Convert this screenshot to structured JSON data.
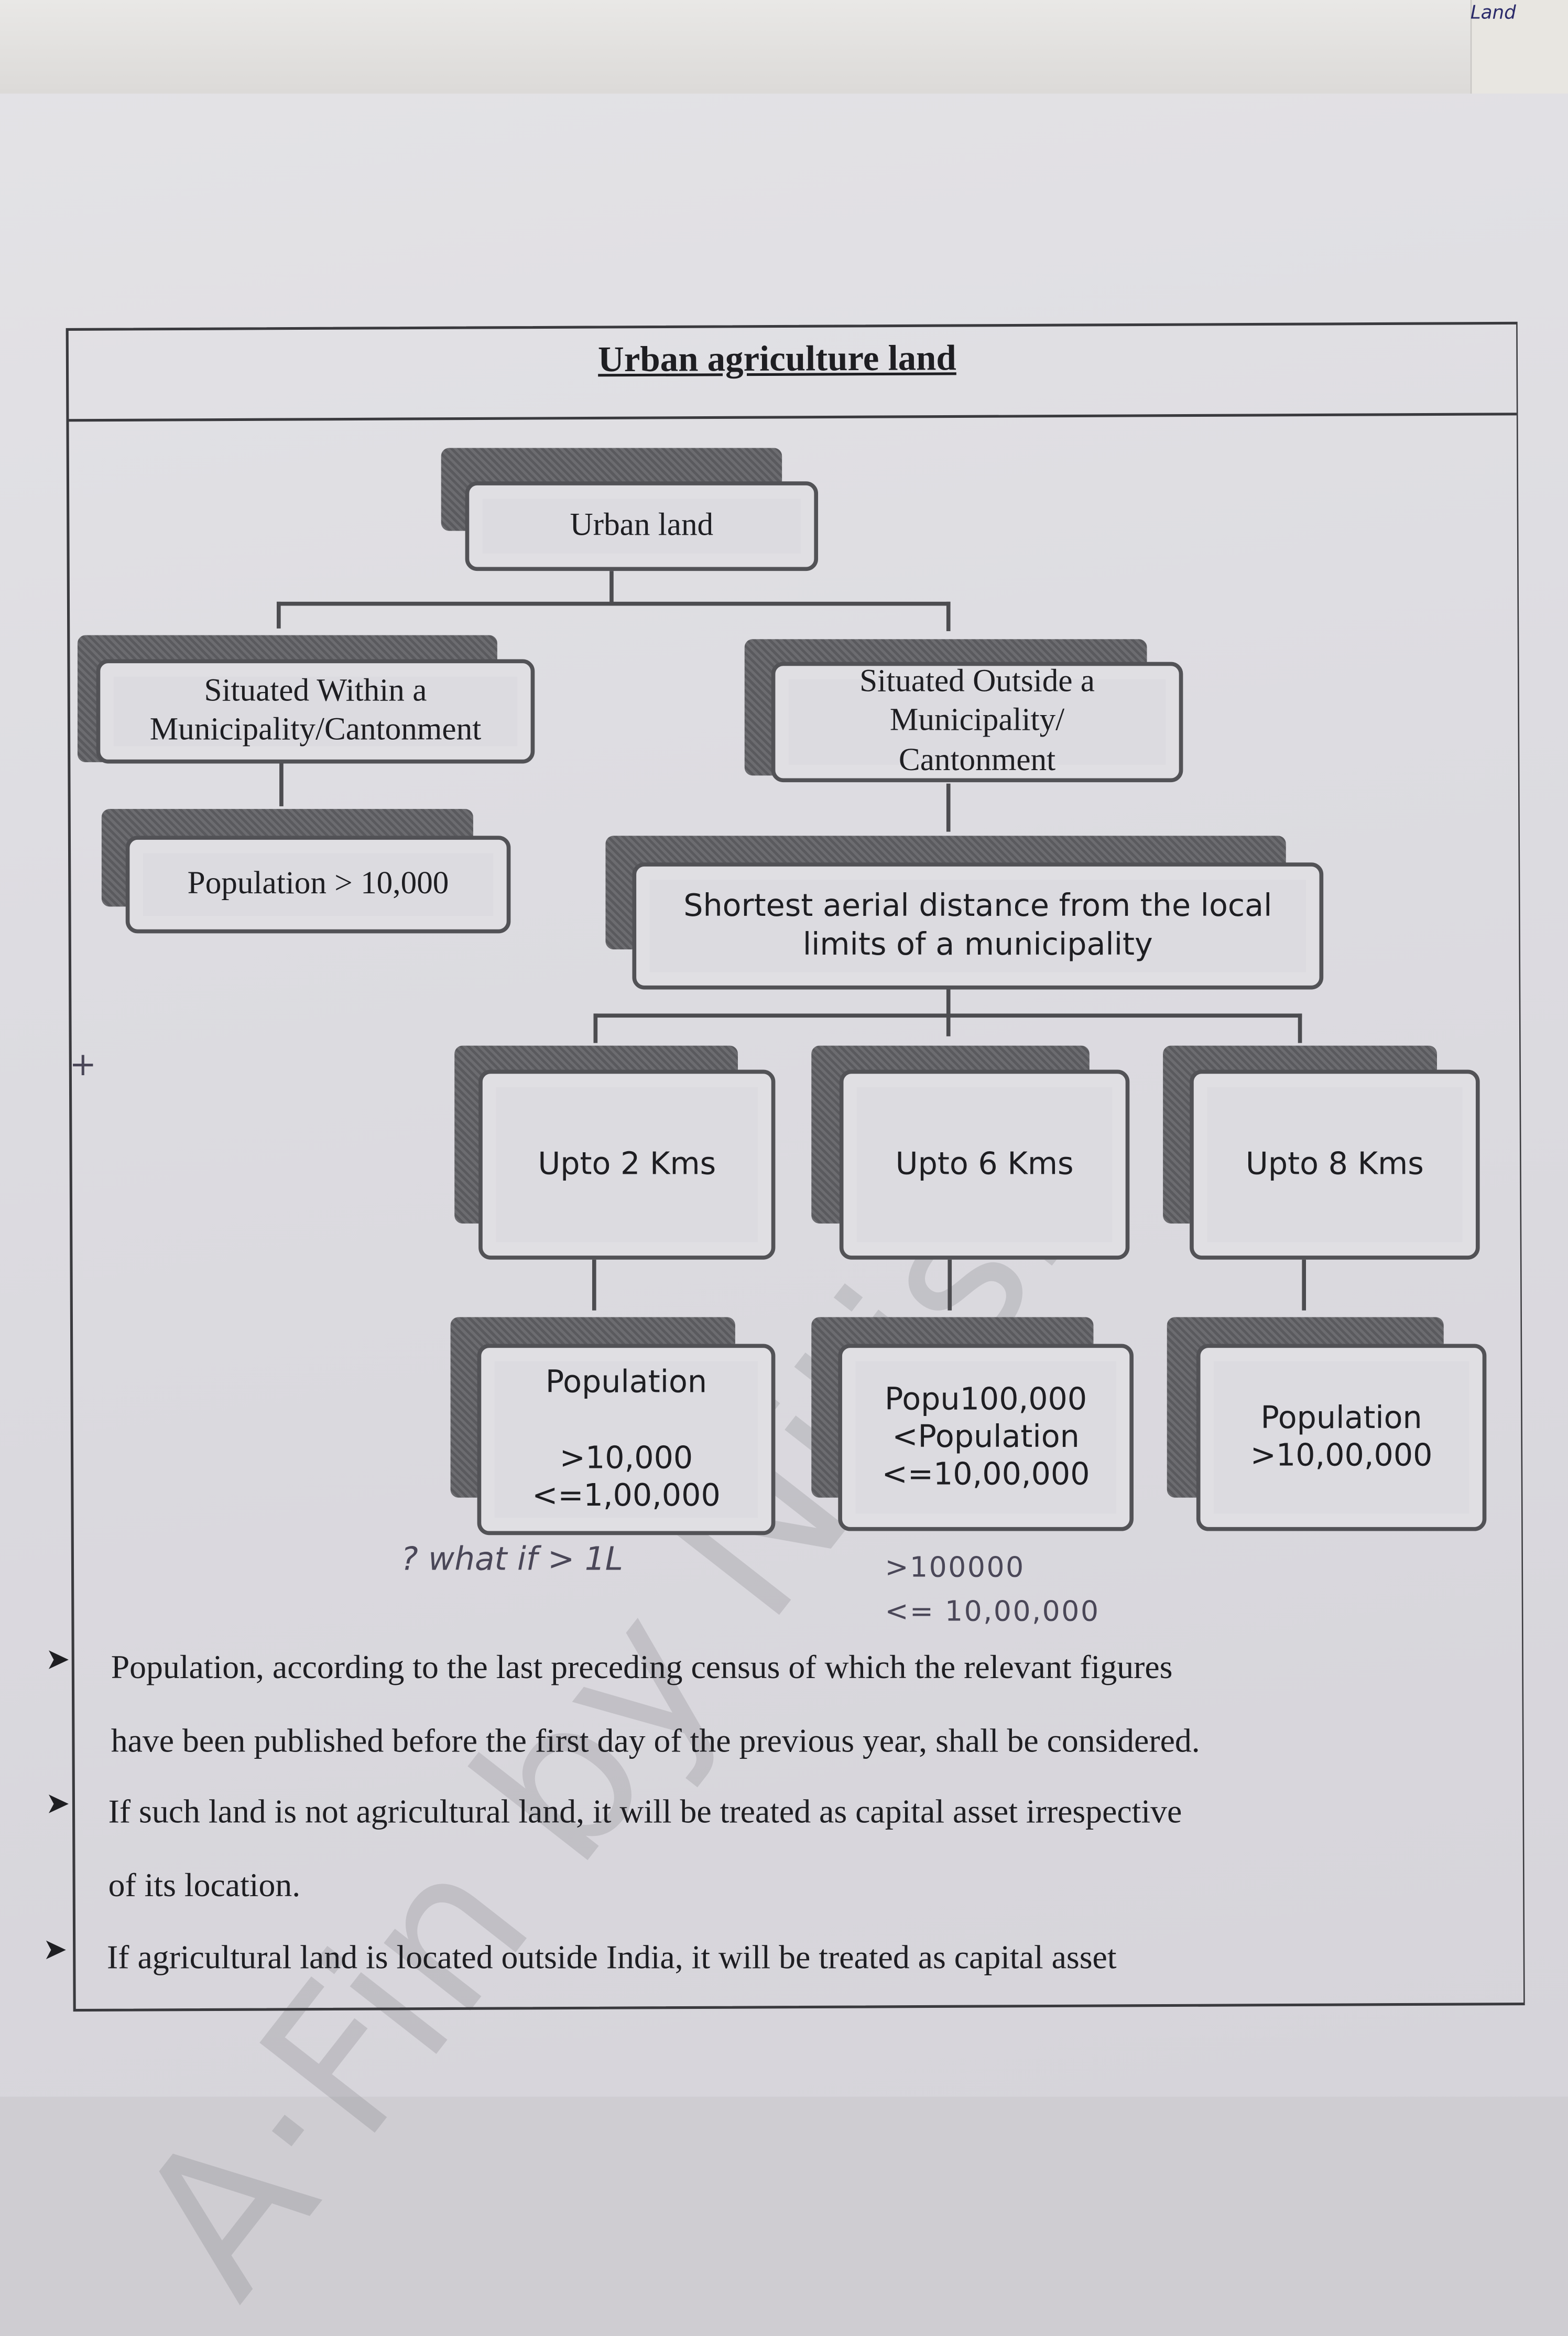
{
  "corner_note": "Land",
  "diagram": {
    "title": "Urban agriculture land",
    "root": "Urban land",
    "within": "Situated Within  a\nMunicipality/Cantonment",
    "outside": "Situated Outside a\nMunicipality/\nCantonment",
    "within_population": "Population > 10,000",
    "distance": "Shortest aerial distance from the local\nlimits of a municipality",
    "ranges": [
      {
        "distance": "Upto 2 Kms",
        "population": "Population\n\n>10,000\n<=1,00,000"
      },
      {
        "distance": "Upto 6 Kms",
        "population": "Popu100,000\n<Population\n<=10,00,000"
      },
      {
        "distance": "Upto 8 Kms",
        "population": "Population\n>10,00,000"
      }
    ]
  },
  "handwritten": {
    "question": "? what if > 1L",
    "correction_1": ">100000",
    "correction_2": "<= 10,00,000",
    "margin_mark": "+"
  },
  "notes": [
    {
      "line1": "Population, according to the last preceding census of which the relevant figures",
      "line2": "have been published before the first day of the previous year, shall be considered."
    },
    {
      "line1": "If such land is not agricultural land, it will be treated as capital asset irrespective",
      "line2": "of its location."
    },
    {
      "line1": "If agricultural land is located outside India, it will be treated as capital asset",
      "line2": ""
    }
  ]
}
